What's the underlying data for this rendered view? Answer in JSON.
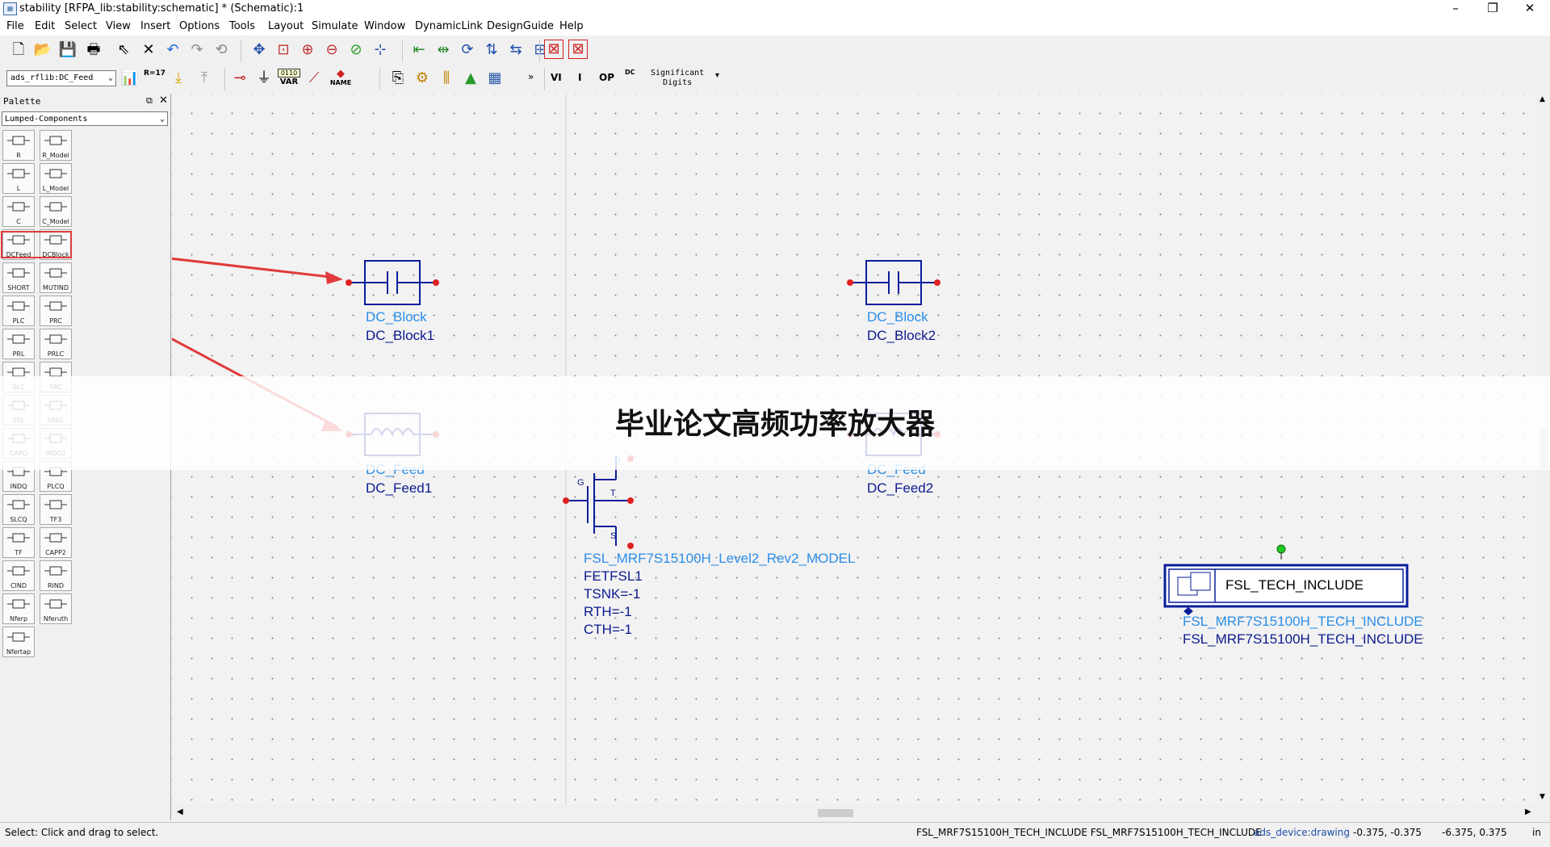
{
  "window": {
    "title": "stability [RFPA_lib:stability:schematic] * (Schematic):1",
    "icon": "schematic-app-icon"
  },
  "window_controls": {
    "minimize": "–",
    "maximize": "❐",
    "close": "✕"
  },
  "menu": [
    "File",
    "Edit",
    "Select",
    "View",
    "Insert",
    "Options",
    "Tools",
    "Layout",
    "Simulate",
    "Window",
    "DynamicLink",
    "DesignGuide",
    "Help"
  ],
  "toolbar2": {
    "component_library": "ads_rflib:DC_Feed",
    "var_label": "VAR",
    "var_digits": "0110",
    "name_label": "NAME",
    "r17_label": "R=17",
    "significant_digits": "Significant\nDigits",
    "dc_label": "DC",
    "vi_label": "VI",
    "ii_label": "I",
    "op_label": "OP",
    "more": "»"
  },
  "palette": {
    "title": "Palette",
    "category": "Lumped-Components",
    "items": [
      "R",
      "R_Model",
      "L",
      "L_Model",
      "C",
      "C_Model",
      "DCFeed",
      "DCBlock",
      "SHORT",
      "MUTIND",
      "PLC",
      "PRC",
      "PRL",
      "PRLC",
      "SLC",
      "SRC",
      "SRL",
      "SRLC",
      "CAPQ",
      "INDQ2",
      "INDQ",
      "PLCQ",
      "SLCQ",
      "TF3",
      "TF",
      "CAPP2",
      "CIND",
      "RIND",
      "Nferp",
      "Nferuth",
      "Nfertap"
    ]
  },
  "schematic": {
    "dc_block1": {
      "type": "DC_Block",
      "name": "DC_Block1"
    },
    "dc_block2": {
      "type": "DC_Block",
      "name": "DC_Block2"
    },
    "dc_feed1": {
      "type": "DC_Feed",
      "name": "DC_Feed1"
    },
    "dc_feed2": {
      "type": "DC_Feed",
      "name": "DC_Feed2"
    },
    "transistor": {
      "model": "FSL_MRF7S15100H_Level2_Rev2_MODEL",
      "instance": "FETFSL1",
      "params": [
        "TSNK=-1",
        "RTH=-1",
        "CTH=-1"
      ],
      "pins": {
        "d": "D",
        "g": "G",
        "t": "T",
        "s": "S"
      }
    },
    "include": {
      "box_label": "FSL_TECH_INCLUDE",
      "type": "FSL_MRF7S15100H_TECH_INCLUDE",
      "name": "FSL_MRF7S15100H_TECH_INCLUDE"
    }
  },
  "overlay": {
    "text": "毕业论文高频功率放大器"
  },
  "status": {
    "hint": "Select: Click and drag to select.",
    "selection": "FSL_MRF7S15100H_TECH_INCLUDE FSL_MRF7S15100H_TECH_INCLUDE",
    "layer": "ads_device:drawing",
    "coord1": "-0.375, -0.375",
    "coord2": "-6.375, 0.375",
    "units": "in"
  },
  "colors": {
    "wire": "#0a1e9a",
    "pin": "#e02020",
    "arrow": "#e03a3a",
    "highlight": "#e03a3a",
    "label_light": "#2b8ee8",
    "label_dark": "#0b1a8f"
  }
}
